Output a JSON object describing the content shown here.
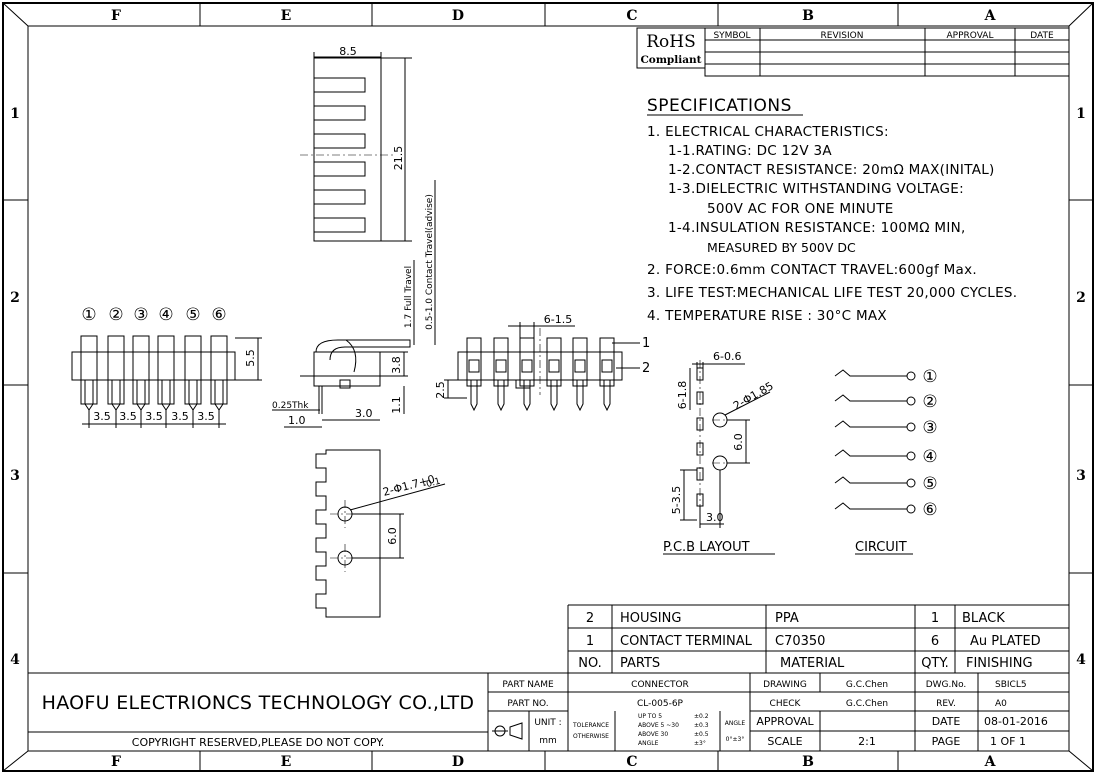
{
  "border": {
    "zones_cols": [
      "F",
      "E",
      "D",
      "C",
      "B",
      "A"
    ],
    "zones_rows": [
      "1",
      "2",
      "3",
      "4"
    ]
  },
  "rohs": {
    "line1": "RoHS",
    "line2": "Compliant"
  },
  "revision_table": {
    "symbol": "SYMBOL",
    "revision": "REVISION",
    "approval": "APPROVAL",
    "date": "DATE"
  },
  "specifications": {
    "title": "SPECIFICATIONS",
    "lines": [
      "1. ELECTRICAL CHARACTERISTICS:",
      "1-1.RATING: DC 12V 3A",
      "1-2.CONTACT RESISTANCE: 20mΩ MAX(INITAL)",
      "1-3.DIELECTRIC WITHSTANDING VOLTAGE:",
      "500V AC FOR ONE MINUTE",
      "1-4.INSULATION RESISTANCE: 100MΩ MIN,",
      "MEASURED BY 500V DC",
      "2. FORCE:0.6mm CONTACT TRAVEL:600gf Max.",
      "3. LIFE TEST:MECHANICAL LIFE TEST 20,000 CYCLES.",
      "4. TEMPERATURE RISE : 30°C MAX"
    ]
  },
  "dims": {
    "top_width": "8.5",
    "top_height": "21.5",
    "travel_advise": "0.5-1.0 Contact Travel(advise)",
    "full_travel": "1.7 Full Travel",
    "h38": "3.8",
    "h11": "1.1",
    "t025": "0.25Thk",
    "d10": "1.0",
    "d30": "3.0",
    "h55": "5.5",
    "pitch": "3.5",
    "p615": "6-1.5",
    "h25": "2.5",
    "hole": "2-Φ1.7+0",
    "hole_tol": "-0.1",
    "d60": "6.0",
    "pcb_606": "6-0.6",
    "pcb_618": "6-1.8",
    "pcb_2185": "2-Φ1.85",
    "pcb_60": "6.0",
    "pcb_535": "5-3.5",
    "pcb_30": "3.0"
  },
  "pin_numbers": [
    "①",
    "②",
    "③",
    "④",
    "⑤",
    "⑥"
  ],
  "callouts": [
    "1",
    "2"
  ],
  "labels": {
    "pcb_layout": "P.C.B LAYOUT",
    "circuit": "CIRCUIT"
  },
  "bom": {
    "headers": [
      "NO.",
      "PARTS",
      "MATERIAL",
      "QTY.",
      "FINISHING"
    ],
    "rows": [
      [
        "2",
        "HOUSING",
        "PPA",
        "1",
        "BLACK"
      ],
      [
        "1",
        "CONTACT TERMINAL",
        "C70350",
        "6",
        "Au PLATED"
      ]
    ]
  },
  "title_block": {
    "company": "HAOFU ELECTRIONCS TECHNOLOGY CO.,LTD",
    "copyright": "COPYRIGHT RESERVED,PLEASE DO NOT COPY.",
    "part_name_label": "PART NAME",
    "part_name": "CONNECTOR",
    "part_no_label": "PART NO.",
    "part_no": "CL-005-6P",
    "unit_label": "UNIT :",
    "unit": "mm",
    "tolerance_label": "TOLERANCE",
    "otherwise": "OTHERWISE",
    "tol_rows": [
      [
        "UP TO 5",
        "±0.2"
      ],
      [
        "ABOVE 5 ~30",
        "±0.3"
      ],
      [
        "ABOVE 30",
        "±0.5"
      ],
      [
        "ANGLE",
        "±3°"
      ]
    ],
    "angle_label": "ANGLE",
    "angle_val": "0°±3°",
    "drawing_label": "DRAWING",
    "drawing_by": "G.C.Chen",
    "check_label": "CHECK",
    "check_by": "G.C.Chen",
    "approval_label": "APPROVAL",
    "scale_label": "SCALE",
    "scale": "2:1",
    "dwgno_label": "DWG.No.",
    "dwgno": "SBICL5",
    "rev_label": "REV.",
    "rev": "A0",
    "date_label": "DATE",
    "date": "08-01-2016",
    "page_label": "PAGE",
    "page": "1 OF 1"
  }
}
